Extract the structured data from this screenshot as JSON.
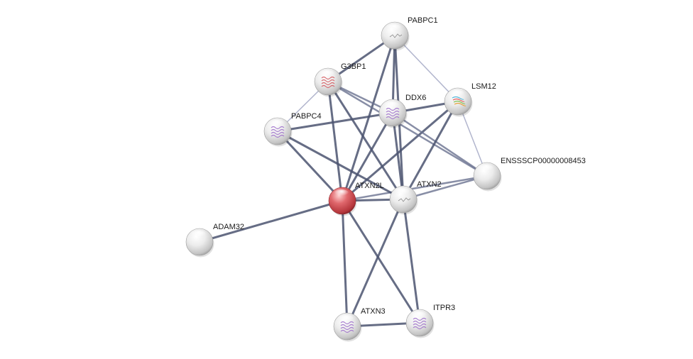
{
  "network": {
    "colors": {
      "node_default": "#e6e6e6",
      "node_query": "#d9575d",
      "edge_strong": "#4b5470",
      "edge_medium": "#6a7290",
      "edge_light": "#a9adc8",
      "label": "#1a1a1a"
    },
    "query_node": "ATXN2L",
    "nodes": [
      {
        "id": "PABPC1",
        "label": "PABPC1",
        "query": false,
        "structure": "thin"
      },
      {
        "id": "G3BP1",
        "label": "G3BP1",
        "query": false,
        "structure": "red"
      },
      {
        "id": "LSM12",
        "label": "LSM12",
        "query": false,
        "structure": "multi"
      },
      {
        "id": "DDX6",
        "label": "DDX6",
        "query": false,
        "structure": "purple"
      },
      {
        "id": "PABPC4",
        "label": "PABPC4",
        "query": false,
        "structure": "purple"
      },
      {
        "id": "ENSSSCP00000008453",
        "label": "ENSSSCP00000008453",
        "query": false,
        "structure": "none"
      },
      {
        "id": "ATXN2L",
        "label": "ATXN2L",
        "query": true,
        "structure": "none"
      },
      {
        "id": "ATXN2",
        "label": "ATXN2",
        "query": false,
        "structure": "thin"
      },
      {
        "id": "ADAM32",
        "label": "ADAM32",
        "query": false,
        "structure": "none"
      },
      {
        "id": "ATXN3",
        "label": "ATXN3",
        "query": false,
        "structure": "purple"
      },
      {
        "id": "ITPR3",
        "label": "ITPR3",
        "query": false,
        "structure": "purple"
      }
    ],
    "edges": [
      {
        "source": "ATXN2L",
        "target": "PABPC1",
        "strength": "strong"
      },
      {
        "source": "ATXN2L",
        "target": "G3BP1",
        "strength": "strong"
      },
      {
        "source": "ATXN2L",
        "target": "DDX6",
        "strength": "strong"
      },
      {
        "source": "ATXN2L",
        "target": "PABPC4",
        "strength": "strong"
      },
      {
        "source": "ATXN2L",
        "target": "LSM12",
        "strength": "strong"
      },
      {
        "source": "ATXN2L",
        "target": "ATXN2",
        "strength": "strong"
      },
      {
        "source": "ATXN2L",
        "target": "ENSSSCP00000008453",
        "strength": "medium"
      },
      {
        "source": "ATXN2L",
        "target": "ADAM32",
        "strength": "strong"
      },
      {
        "source": "ATXN2L",
        "target": "ATXN3",
        "strength": "strong"
      },
      {
        "source": "ATXN2L",
        "target": "ITPR3",
        "strength": "strong"
      },
      {
        "source": "PABPC1",
        "target": "G3BP1",
        "strength": "strong"
      },
      {
        "source": "PABPC1",
        "target": "DDX6",
        "strength": "strong"
      },
      {
        "source": "PABPC1",
        "target": "ATXN2",
        "strength": "strong"
      },
      {
        "source": "PABPC1",
        "target": "LSM12",
        "strength": "light"
      },
      {
        "source": "G3BP1",
        "target": "PABPC4",
        "strength": "light"
      },
      {
        "source": "G3BP1",
        "target": "DDX6",
        "strength": "medium"
      },
      {
        "source": "G3BP1",
        "target": "ATXN2",
        "strength": "strong"
      },
      {
        "source": "G3BP1",
        "target": "ENSSSCP00000008453",
        "strength": "medium"
      },
      {
        "source": "PABPC4",
        "target": "DDX6",
        "strength": "strong"
      },
      {
        "source": "PABPC4",
        "target": "ATXN2",
        "strength": "strong"
      },
      {
        "source": "DDX6",
        "target": "LSM12",
        "strength": "strong"
      },
      {
        "source": "DDX6",
        "target": "ATXN2",
        "strength": "strong"
      },
      {
        "source": "DDX6",
        "target": "ENSSSCP00000008453",
        "strength": "medium"
      },
      {
        "source": "LSM12",
        "target": "ATXN2",
        "strength": "strong"
      },
      {
        "source": "LSM12",
        "target": "ENSSSCP00000008453",
        "strength": "light"
      },
      {
        "source": "ATXN2",
        "target": "ENSSSCP00000008453",
        "strength": "medium"
      },
      {
        "source": "ATXN2",
        "target": "ATXN3",
        "strength": "strong"
      },
      {
        "source": "ATXN2",
        "target": "ITPR3",
        "strength": "strong"
      },
      {
        "source": "ATXN3",
        "target": "ITPR3",
        "strength": "strong"
      }
    ]
  }
}
